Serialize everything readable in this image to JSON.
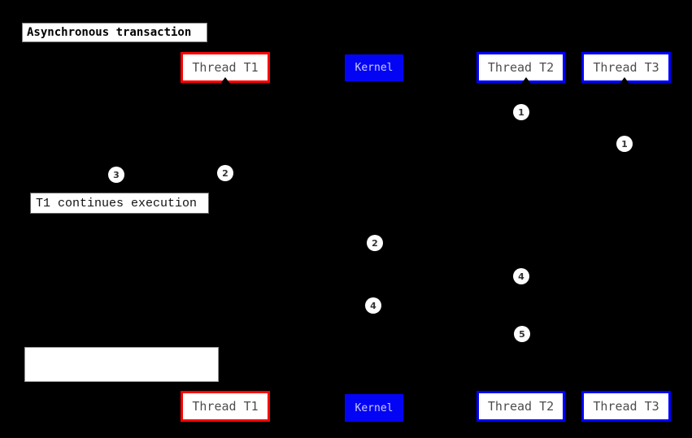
{
  "diagram": {
    "title": "Asynchronous transaction",
    "participants": {
      "thread_t1": "Thread T1",
      "kernel": "Kernel",
      "thread_t2": "Thread T2",
      "thread_t3": "Thread T3"
    },
    "notes": {
      "t1_continues": "T1 continues execution",
      "blank": ""
    },
    "markers": [
      "1",
      "1",
      "2",
      "3",
      "2",
      "4",
      "4",
      "5"
    ],
    "colors": {
      "background": "#000000",
      "thread_t1_border": "#FF0000",
      "thread_t2_t3_border": "#0000FF",
      "kernel_fill": "#0404F5",
      "kernel_text": "#CCCCFF",
      "participant_label_text": "#4D4D4D",
      "note_fill": "#FFFFFF",
      "title_text": "#000000",
      "marker_fill": "#FFFFFF",
      "marker_text": "#333333"
    }
  }
}
